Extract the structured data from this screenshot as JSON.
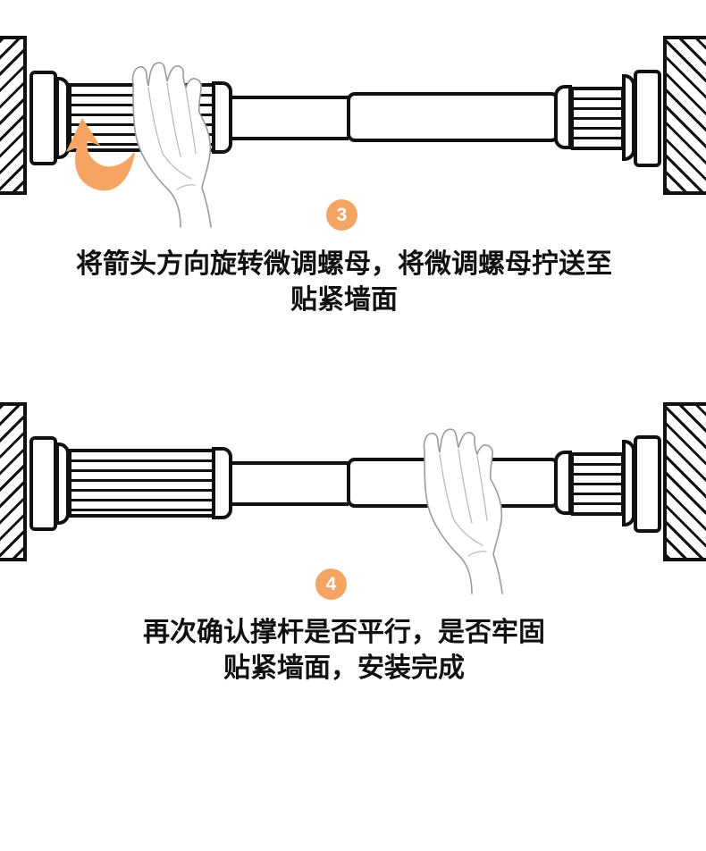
{
  "colors": {
    "background": "#FFFFFF",
    "line": "#111111",
    "accent_orange": "#F5A561",
    "hand_sketch": "#9A9A9A"
  },
  "steps": [
    {
      "badge": "3",
      "caption_line1": "将箭头方向旋转微调螺母，将微调螺母拧送至",
      "caption_line2": "贴紧墙面",
      "icons": [
        "rotation-arrow-icon",
        "hand-gripping-nut-icon",
        "hatched-wall-left",
        "hatched-wall-right"
      ]
    },
    {
      "badge": "4",
      "caption_line1": "再次确认撑杆是否平行，是否牢固",
      "caption_line2": "贴紧墙面，安装完成",
      "icons": [
        "hand-on-outer-tube-icon",
        "hatched-wall-left",
        "hatched-wall-right"
      ]
    }
  ]
}
